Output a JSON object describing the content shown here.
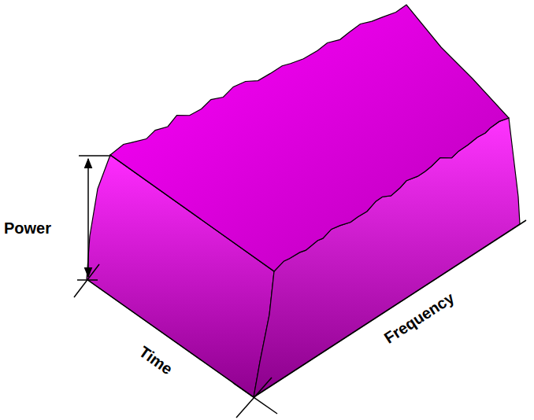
{
  "diagram": {
    "labels": [
      "Power",
      "Time",
      "Frequency"
    ]
  }
}
